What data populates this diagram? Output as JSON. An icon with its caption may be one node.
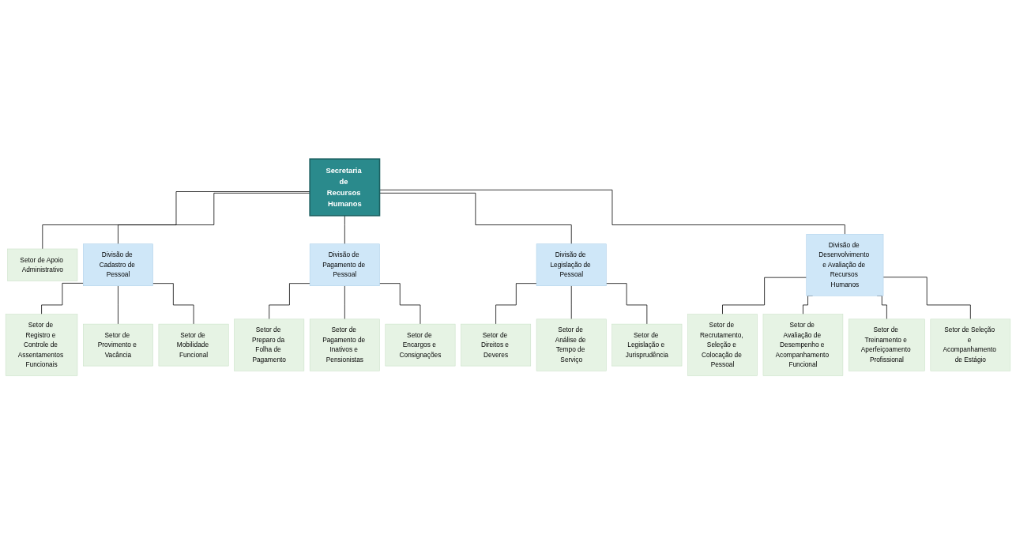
{
  "diagram": {
    "nodes": [
      {
        "text": [
          "Secretaria de Recursos Humanos"
        ]
      },
      {
        "text": [
          "Setor de Apoio Administrativo"
        ]
      },
      {
        "text": [
          "Divisão de Cadastro de Pessoal"
        ]
      },
      {
        "text": [
          "Divisão de Pagamento de Pessoal"
        ]
      },
      {
        "text": [
          "Divisão de Legislação de Pessoal"
        ]
      },
      {
        "text": [
          "Divisão de Desenvolvimento e Avaliação de Recursos Humanos"
        ]
      },
      {
        "text": [
          "Setor de Registro e Controle de Assentamentos Funcionais"
        ]
      },
      {
        "text": [
          "Setor de Provimento e Vacância"
        ]
      },
      {
        "text": [
          "Setor de Mobilidade Funcional"
        ]
      },
      {
        "text": [
          "Setor de Preparo da Folha de Pagamento"
        ]
      },
      {
        "text": [
          "Setor de Pagamento de Inativos e Pensionistas"
        ]
      },
      {
        "text": [
          "Setor de Encargos e Consignações"
        ]
      },
      {
        "text": [
          "Setor de Direitos e Deveres"
        ]
      },
      {
        "text": [
          "Setor de Análise de Tempo de Serviço"
        ]
      },
      {
        "text": [
          "Setor de Legislação e Jurisprudência"
        ]
      },
      {
        "text": [
          "Setor de Recrutamento, Seleção e Colocação de Pessoal"
        ]
      },
      {
        "text": [
          "Setor de Avaliação de Desempenho e Acompanhamento Funcional"
        ]
      },
      {
        "text": [
          "Setor de Treinamento e Aperfeiçoamento Profissional"
        ]
      },
      {
        "text": [
          "Setor de Seleção e Acompanhamento de Estágio"
        ]
      }
    ],
    "edges": [
      {
        "from": 0,
        "to": 1,
        "arrow": "none"
      },
      {
        "from": 0,
        "to": 2,
        "arrow": "none"
      },
      {
        "from": 0,
        "to": 3,
        "arrow": "none"
      },
      {
        "from": 0,
        "to": 4,
        "arrow": "none"
      },
      {
        "from": 0,
        "to": 5,
        "arrow": "none"
      },
      {
        "from": 2,
        "to": 6,
        "arrow": "none"
      },
      {
        "from": 2,
        "to": 7,
        "arrow": "none"
      },
      {
        "from": 2,
        "to": 8,
        "arrow": "none"
      },
      {
        "from": 3,
        "to": 9,
        "arrow": "none"
      },
      {
        "from": 3,
        "to": 10,
        "arrow": "none"
      },
      {
        "from": 3,
        "to": 11,
        "arrow": "none"
      },
      {
        "from": 4,
        "to": 12,
        "arrow": "none"
      },
      {
        "from": 4,
        "to": 13,
        "arrow": "none"
      },
      {
        "from": 4,
        "to": 14,
        "arrow": "none"
      },
      {
        "from": 5,
        "to": 15,
        "arrow": "none"
      },
      {
        "from": 5,
        "to": 16,
        "arrow": "none"
      },
      {
        "from": 5,
        "to": 17,
        "arrow": "none"
      },
      {
        "from": 5,
        "to": 18,
        "arrow": "none"
      }
    ]
  }
}
